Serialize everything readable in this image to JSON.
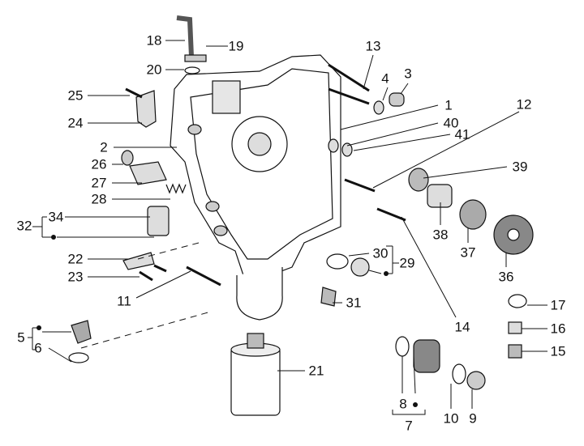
{
  "callouts": [
    "18",
    "19",
    "20",
    "25",
    "24",
    "2",
    "26",
    "27",
    "28",
    "32",
    "34",
    "22",
    "23",
    "11",
    "5",
    "6",
    "21",
    "13",
    "4",
    "3",
    "1",
    "40",
    "41",
    "12",
    "39",
    "38",
    "37",
    "36",
    "30",
    "29",
    "31",
    "14",
    "17",
    "16",
    "15",
    "8",
    "7",
    "10",
    "9"
  ],
  "colors": {
    "line": "#111111",
    "fill": "#ffffff",
    "shade": "#9a9a9a"
  }
}
